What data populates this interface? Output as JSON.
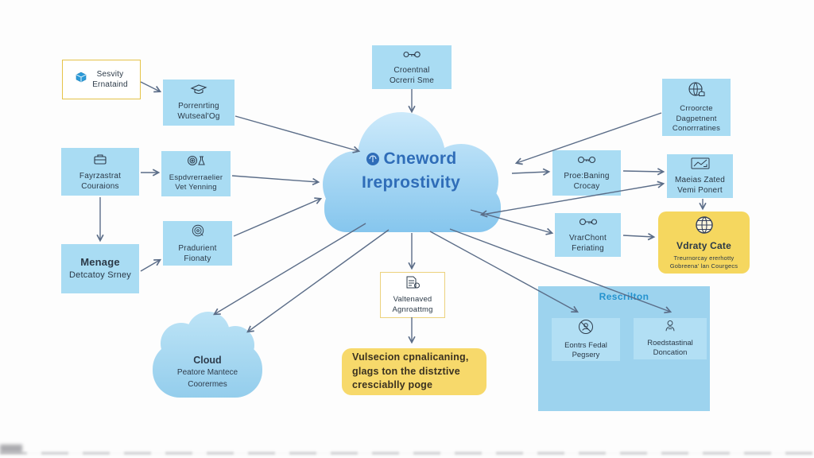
{
  "colors": {
    "background": "#fdfdfd",
    "node_fill": "#a9dcf3",
    "panel_fill": "#9dd3ee",
    "panel_inner_fill": "#b2dff4",
    "yellow_fill": "#f5d75f",
    "note_fill": "#f7d96b",
    "yellow_border": "#e5c348",
    "arrow": "#5b6d88",
    "cloud_fill_top": "#cdeafb",
    "cloud_fill_bottom": "#84c5ed",
    "cloud_text": "#2f6db8",
    "panel_label_text": "#2493cf",
    "text": "#2b3947"
  },
  "cloud": {
    "line1": "Cneword",
    "line2": "Ireprostivity"
  },
  "nodes": {
    "security": {
      "line1": "Sesvity",
      "line2": "Ernataind"
    },
    "perimeter": {
      "line1": "Porrenrting",
      "line2": "Wutseal'Og"
    },
    "credential": {
      "line1": "Croentnal",
      "line2": "Ocrerri Sme"
    },
    "corporate": {
      "line1": "Crroorcte",
      "line2": "Dagpetnent",
      "line3": "Conorrratines"
    },
    "payment": {
      "line1": "Fayrzastrat",
      "line2": "Couraions"
    },
    "experimental": {
      "line1": "Espdvrerraelier",
      "line2": "Vet Yenning"
    },
    "probaning": {
      "line1": "Proe:Baning",
      "line2": "Crocay"
    },
    "maeias": {
      "line1": "Maeias Zated",
      "line2": "Vemi Ponert"
    },
    "menage": {
      "line1": "Menage",
      "line2": "Detcatoy Srney"
    },
    "pradurient": {
      "line1": "Pradurient",
      "line2": "Fionaty"
    },
    "vrarchont": {
      "line1": "VrarChont",
      "line2": "Feriating"
    },
    "vdraty": {
      "title": "Vdraty Cate",
      "sub1": "Treurnorcay ererhotty",
      "sub2": "Gobreena' lan Courgecs"
    },
    "valtenaved": {
      "line1": "Valtenaved",
      "line2": "Agnroattmg"
    },
    "small_cloud": {
      "line1": "Cloud",
      "line2": "Peatore Mantece",
      "line3": "Coorermes"
    },
    "note": {
      "line1": "Vulsecion cpnalicaning,",
      "line2": "glags ton the distztive",
      "line3": "cresciablly poge"
    },
    "retention": {
      "label": "Rescrilton",
      "box1": {
        "line1": "Eontrs Fedal",
        "line2": "Pegsery"
      },
      "box2": {
        "line1": "Roedstastinal",
        "line2": "Doncation"
      }
    }
  },
  "icons": {
    "security": "cube-icon",
    "perimeter": "camera-icon",
    "credential": "key-exchange-icon",
    "corporate": "globe-thumb-icon",
    "payment": "briefcase-icon",
    "experimental": "fingerprint-flask-icon",
    "probaning": "linked-keys-icon",
    "maeias": "chart-icon",
    "pradurient": "fingerprint-icon",
    "vrarchont": "key-icon",
    "vdraty": "globe-icon",
    "valtenaved": "document-icon",
    "retention_box1": "person-circle-icon",
    "retention_box2": "person-icon",
    "cloud_badge": "cloud-logo-icon"
  }
}
